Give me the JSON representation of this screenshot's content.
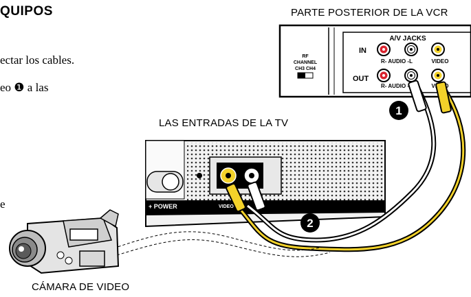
{
  "heading": "QUIPOS",
  "text_lines": [
    "ectar los cables.",
    "eo ❶ a las",
    "e"
  ],
  "labels": {
    "vcr_back": "PARTE POSTERIOR DE LA VCR",
    "tv_inputs": "LAS ENTRADAS DE LA TV",
    "camera": "CÁMARA DE VIDEO"
  },
  "vcr_panel": {
    "av_jacks": "A/V JACKS",
    "in": "IN",
    "out": "OUT",
    "r_audio_l_top": "R- AUDIO -L",
    "r_audio_l_bottom": "R- AUDIO -L",
    "video_top": "VIDEO",
    "video_bottom": "VIDEO",
    "rf": "RF",
    "channel": "CHANNEL",
    "ch3_ch4": "CH3  CH4"
  },
  "tv_panel": {
    "power": "+ POWER",
    "video_in": "VIDEO IN"
  },
  "callouts": {
    "one": "❶",
    "two": "❷"
  },
  "icons": [
    "camcorder-icon",
    "vcr-back-panel",
    "tv-input-panel",
    "rca-cable"
  ]
}
